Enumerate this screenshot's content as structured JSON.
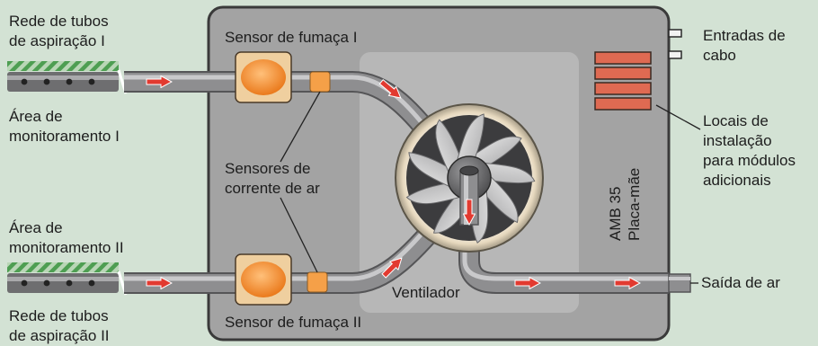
{
  "colors": {
    "background": "#d3e2d4",
    "device_fill": "#a3a3a3",
    "device_border": "#3a3a3a",
    "pipe": "#8e8e90",
    "arrow": "#e23a30",
    "smoke_sensor": "#f08a2a",
    "module_slot": "#df6a52",
    "hatch_green": "#4e9e52"
  },
  "icons": {
    "smoke_sensor": "orange-disc-icon",
    "airflow": "red-arrow-icon",
    "fan": "fan-icon",
    "cable_entry": "cable-entry-icon"
  },
  "labels": {
    "pipe_net_1": [
      "Rede de tubos",
      "de aspiração I"
    ],
    "area_1": [
      "Área de",
      "monitoramento I"
    ],
    "smoke_sensor_1": "Sensor de fumaça I",
    "airflow_sensors": [
      "Sensores de",
      "corrente de ar"
    ],
    "area_2": [
      "Área de",
      "monitoramento II"
    ],
    "pipe_net_2": [
      "Rede de tubos",
      "de aspiração II"
    ],
    "smoke_sensor_2": "Sensor de fumaça II",
    "fan": "Ventilador",
    "cable_entries": [
      "Entradas de",
      "cabo"
    ],
    "module_slots": [
      "Locais de",
      "instalação",
      "para módulos",
      "adicionais"
    ],
    "board": [
      "AMB 35",
      "Placa-mãe"
    ],
    "air_outlet": "Saída de ar"
  }
}
